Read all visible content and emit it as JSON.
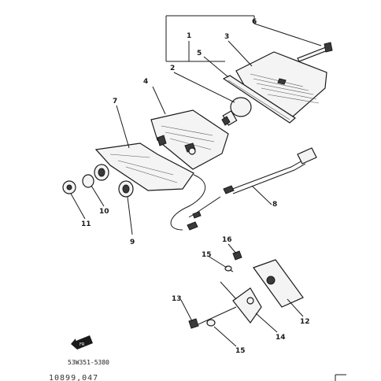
{
  "callouts": {
    "c1": "1",
    "c2": "2",
    "c3": "3",
    "c4": "4",
    "c5": "5",
    "c6": "6",
    "c7": "7",
    "c8": "8",
    "c9": "9",
    "c10": "10",
    "c11": "11",
    "c12": "12",
    "c13": "13",
    "c14": "14",
    "c15a": "15",
    "c15b": "15",
    "c16": "16"
  },
  "footer": {
    "part_code": "53W351-5380",
    "serial": "10899,047"
  },
  "badge_icon": "front-arrow-badge-icon"
}
